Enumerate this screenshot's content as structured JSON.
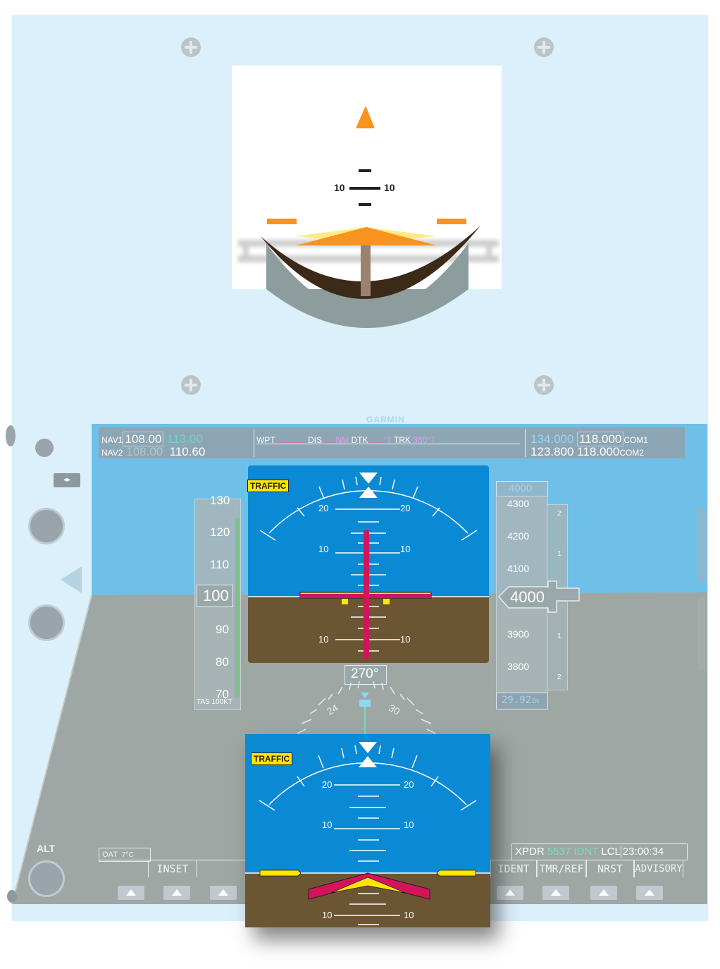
{
  "top_attitude": {
    "pitch_label_left": "10",
    "pitch_label_right": "10",
    "colors": {
      "aircraft_symbol": "#f7931e",
      "horizon_arc": "#3b2a17",
      "sky": "#ffffff"
    }
  },
  "pfd": {
    "brand": "GARMIN",
    "nav1_label": "NAV1",
    "nav1_active": "108.00",
    "nav1_standby": "113.00",
    "nav2_label": "NAV2",
    "nav2_active": "108.00",
    "nav2_standby": "110.60",
    "wpt_label": "WPT",
    "dis_label": "DIS",
    "dis_unit": "NM",
    "dtk_label": "DTK",
    "dtk_unit": "°T",
    "trk_label": "TRK",
    "trk_value": "360°T",
    "com1_active": "134.000",
    "com1_standby": "118.000",
    "com1_label": "COM1",
    "com2_active": "123.800",
    "com2_standby": "118.000",
    "com2_label": "COM2",
    "traffic_label": "TRAFFIC",
    "pitch_labels": {
      "p20": "20",
      "p10": "10",
      "m10": "10"
    },
    "airspeed": {
      "current": "100",
      "ticks": [
        "130",
        "120",
        "110",
        "90",
        "80",
        "70"
      ],
      "tas_label": "TAS",
      "tas_value": "100KT"
    },
    "altitude": {
      "selected": "4000",
      "current": "4000",
      "ticks": [
        "4300",
        "4200",
        "4100",
        "3900",
        "3800"
      ],
      "baro": "29.92",
      "baro_unit": "IN",
      "vsi_ticks": [
        "2",
        "1",
        "1",
        "2"
      ]
    },
    "heading": {
      "value": "270°",
      "left_tick": "24",
      "right_tick": "30"
    },
    "oat_label": "OAT",
    "oat_value": "7°C",
    "xpdr_label": "XPDR",
    "xpdr_code": "5537",
    "xpdr_mode": "IDNT",
    "lcl_label": "LCL",
    "lcl_time": "23:00:34",
    "softkeys": {
      "inset": "INSET",
      "ident": "IDENT",
      "tmr_ref": "TMR/REF",
      "nrst": "NRST",
      "advisory": "ADVISORY"
    },
    "alt_knob_label": "ALT",
    "colors": {
      "sky": "#0a8ad4",
      "ground": "#6b5533",
      "magenta": "#d4145a",
      "yellow": "#ffe600",
      "cyan": "#8fd8f2"
    }
  },
  "inset_attitude": {
    "traffic_label": "TRAFFIC",
    "pitch_labels": {
      "p20": "20",
      "p10": "10",
      "m10": "10"
    }
  }
}
